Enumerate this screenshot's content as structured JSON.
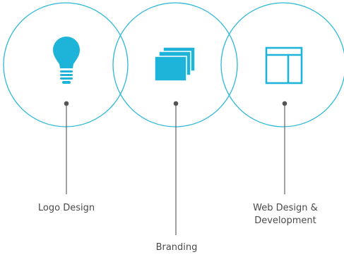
{
  "colors": {
    "accent": "#1eb3d9",
    "circle_stroke": "#2cb8d6",
    "connector": "#555555",
    "text": "#4a4a4a",
    "background": "#ffffff"
  },
  "services": [
    {
      "label": "Logo Design",
      "icon": "lightbulb-icon"
    },
    {
      "label": "Branding",
      "icon": "stacked-cards-icon"
    },
    {
      "label_line1": "Web Design &",
      "label_line2": "Development",
      "icon": "web-layout-icon"
    }
  ]
}
